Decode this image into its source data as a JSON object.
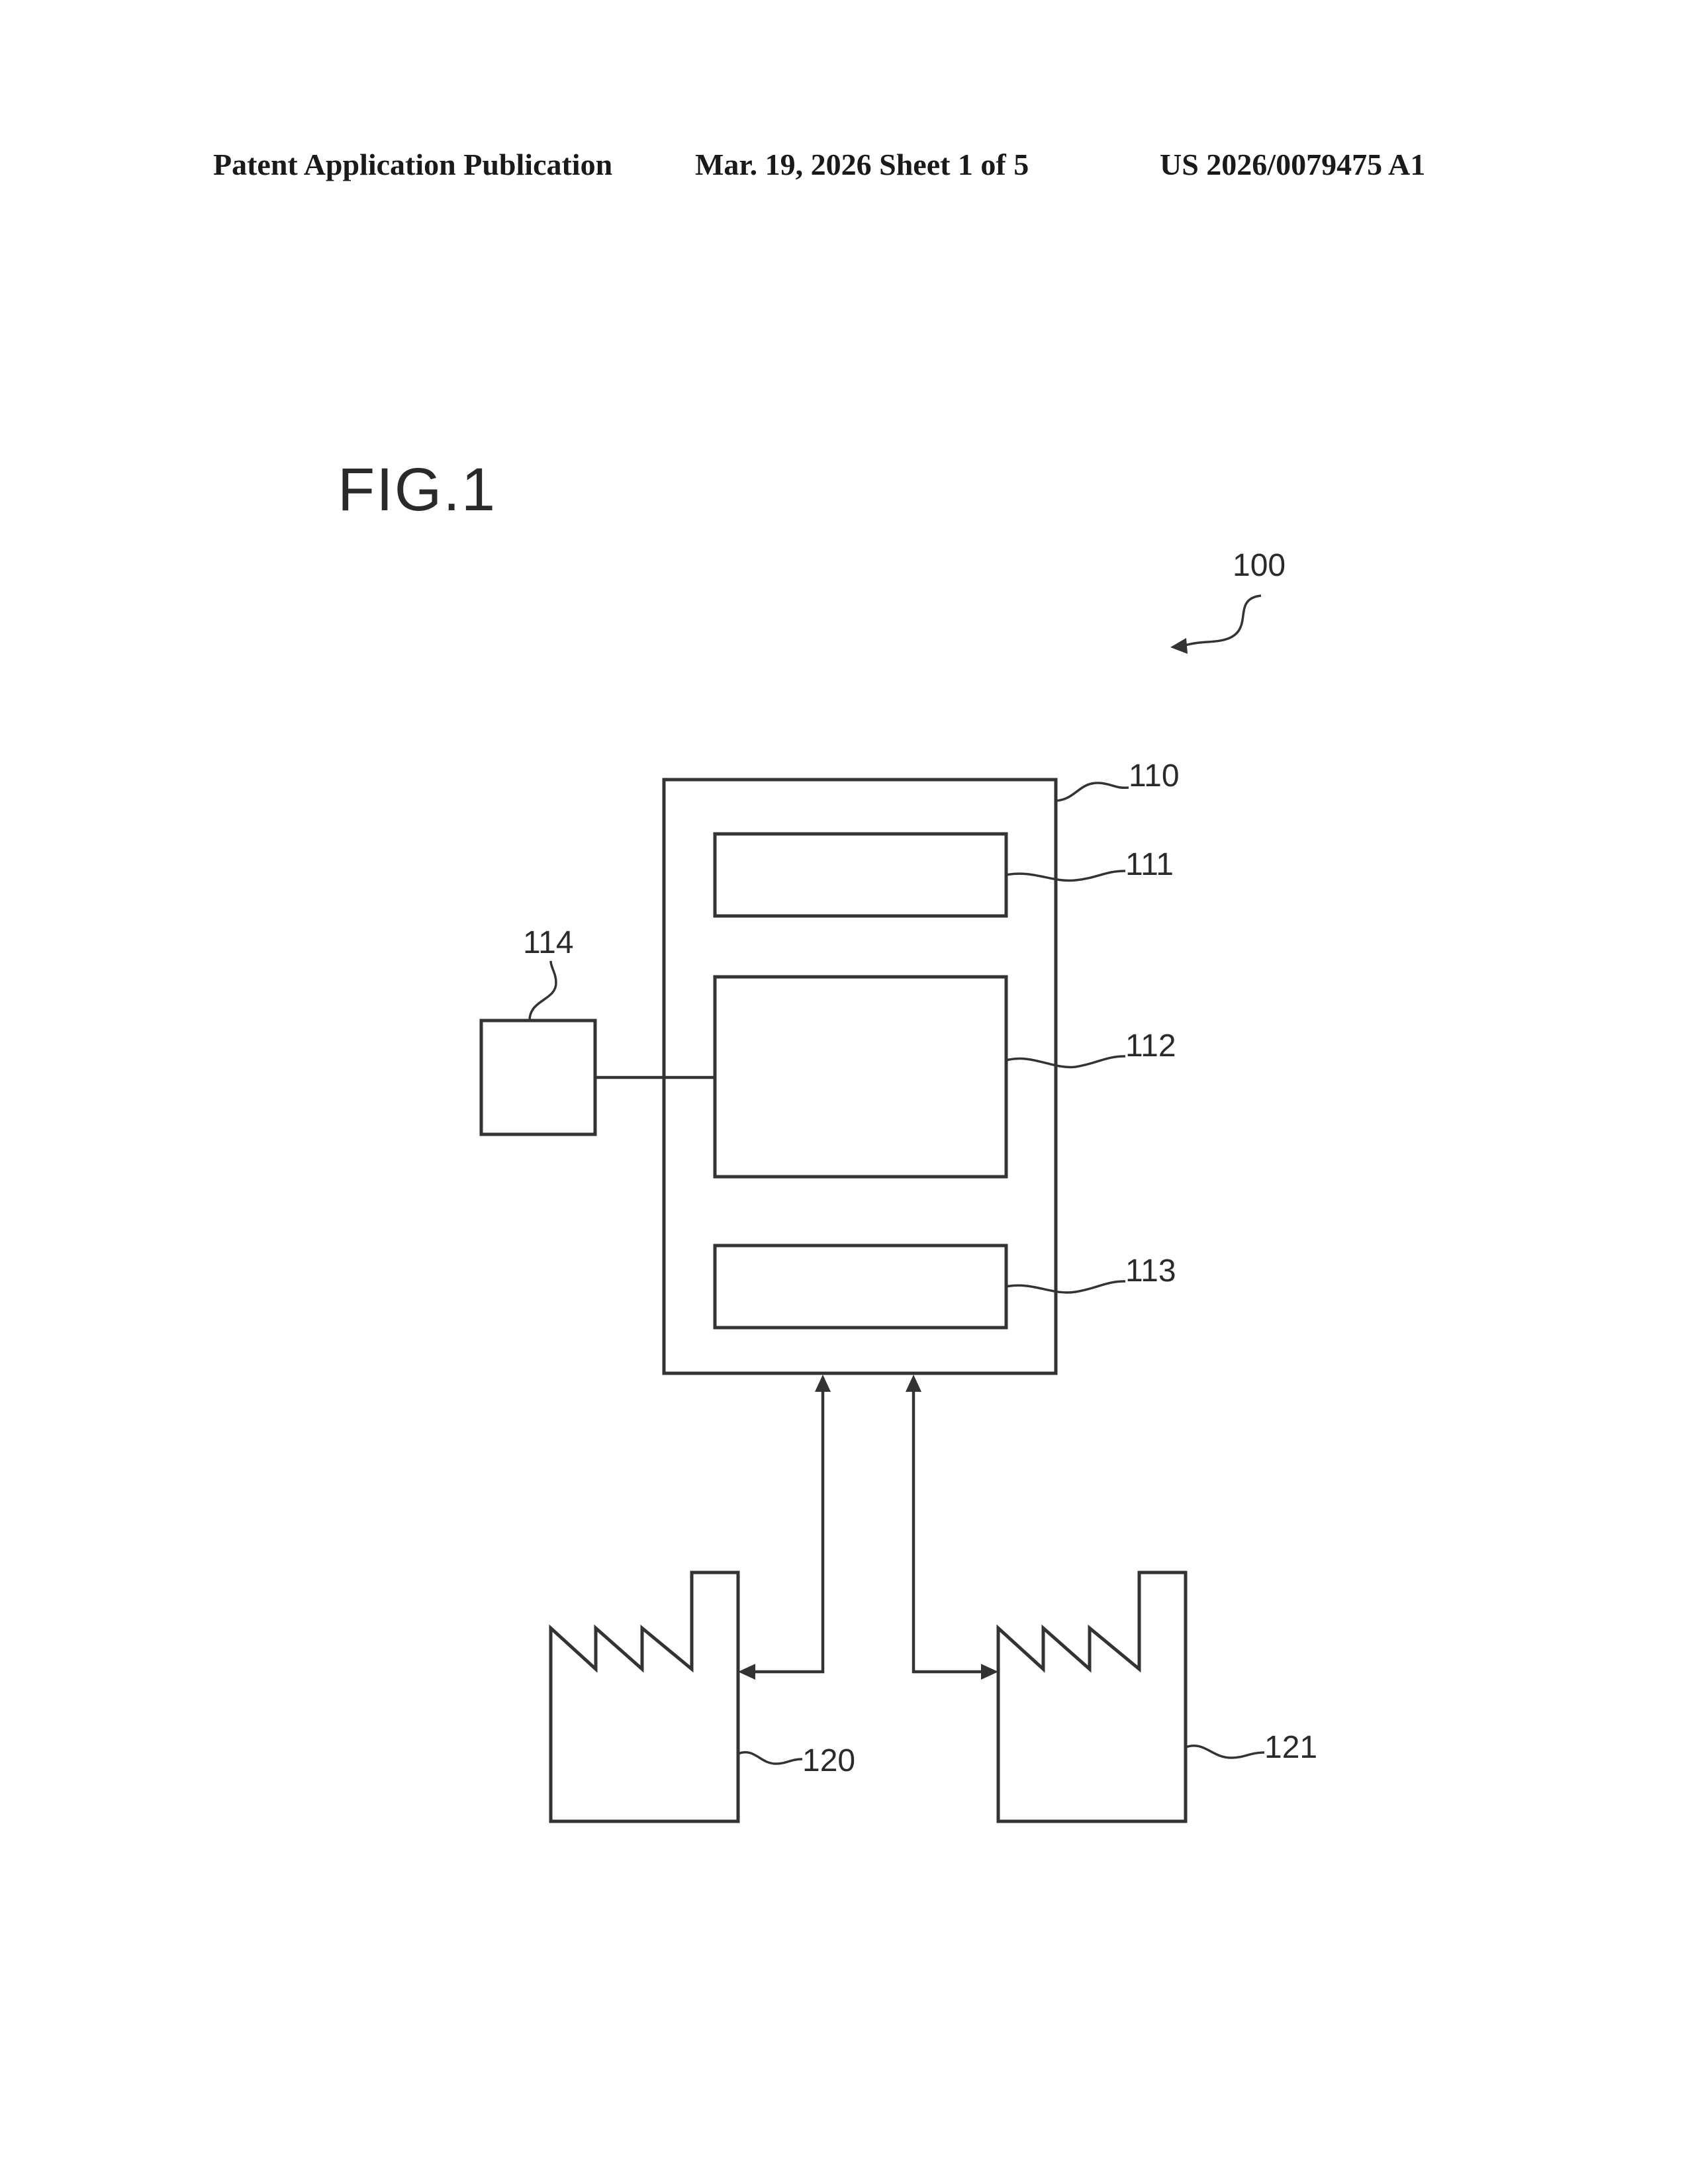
{
  "header": {
    "publication": "Patent Application Publication",
    "date_sheet": "Mar. 19, 2026  Sheet 1 of 5",
    "pub_number": "US 2026/0079475 A1"
  },
  "figure": {
    "title": "FIG.1",
    "refs": {
      "system": "100",
      "outer_box": "110",
      "box_top": "111",
      "box_middle": "112",
      "box_bottom": "113",
      "side_box": "114",
      "factory_left": "120",
      "factory_right": "121"
    }
  }
}
